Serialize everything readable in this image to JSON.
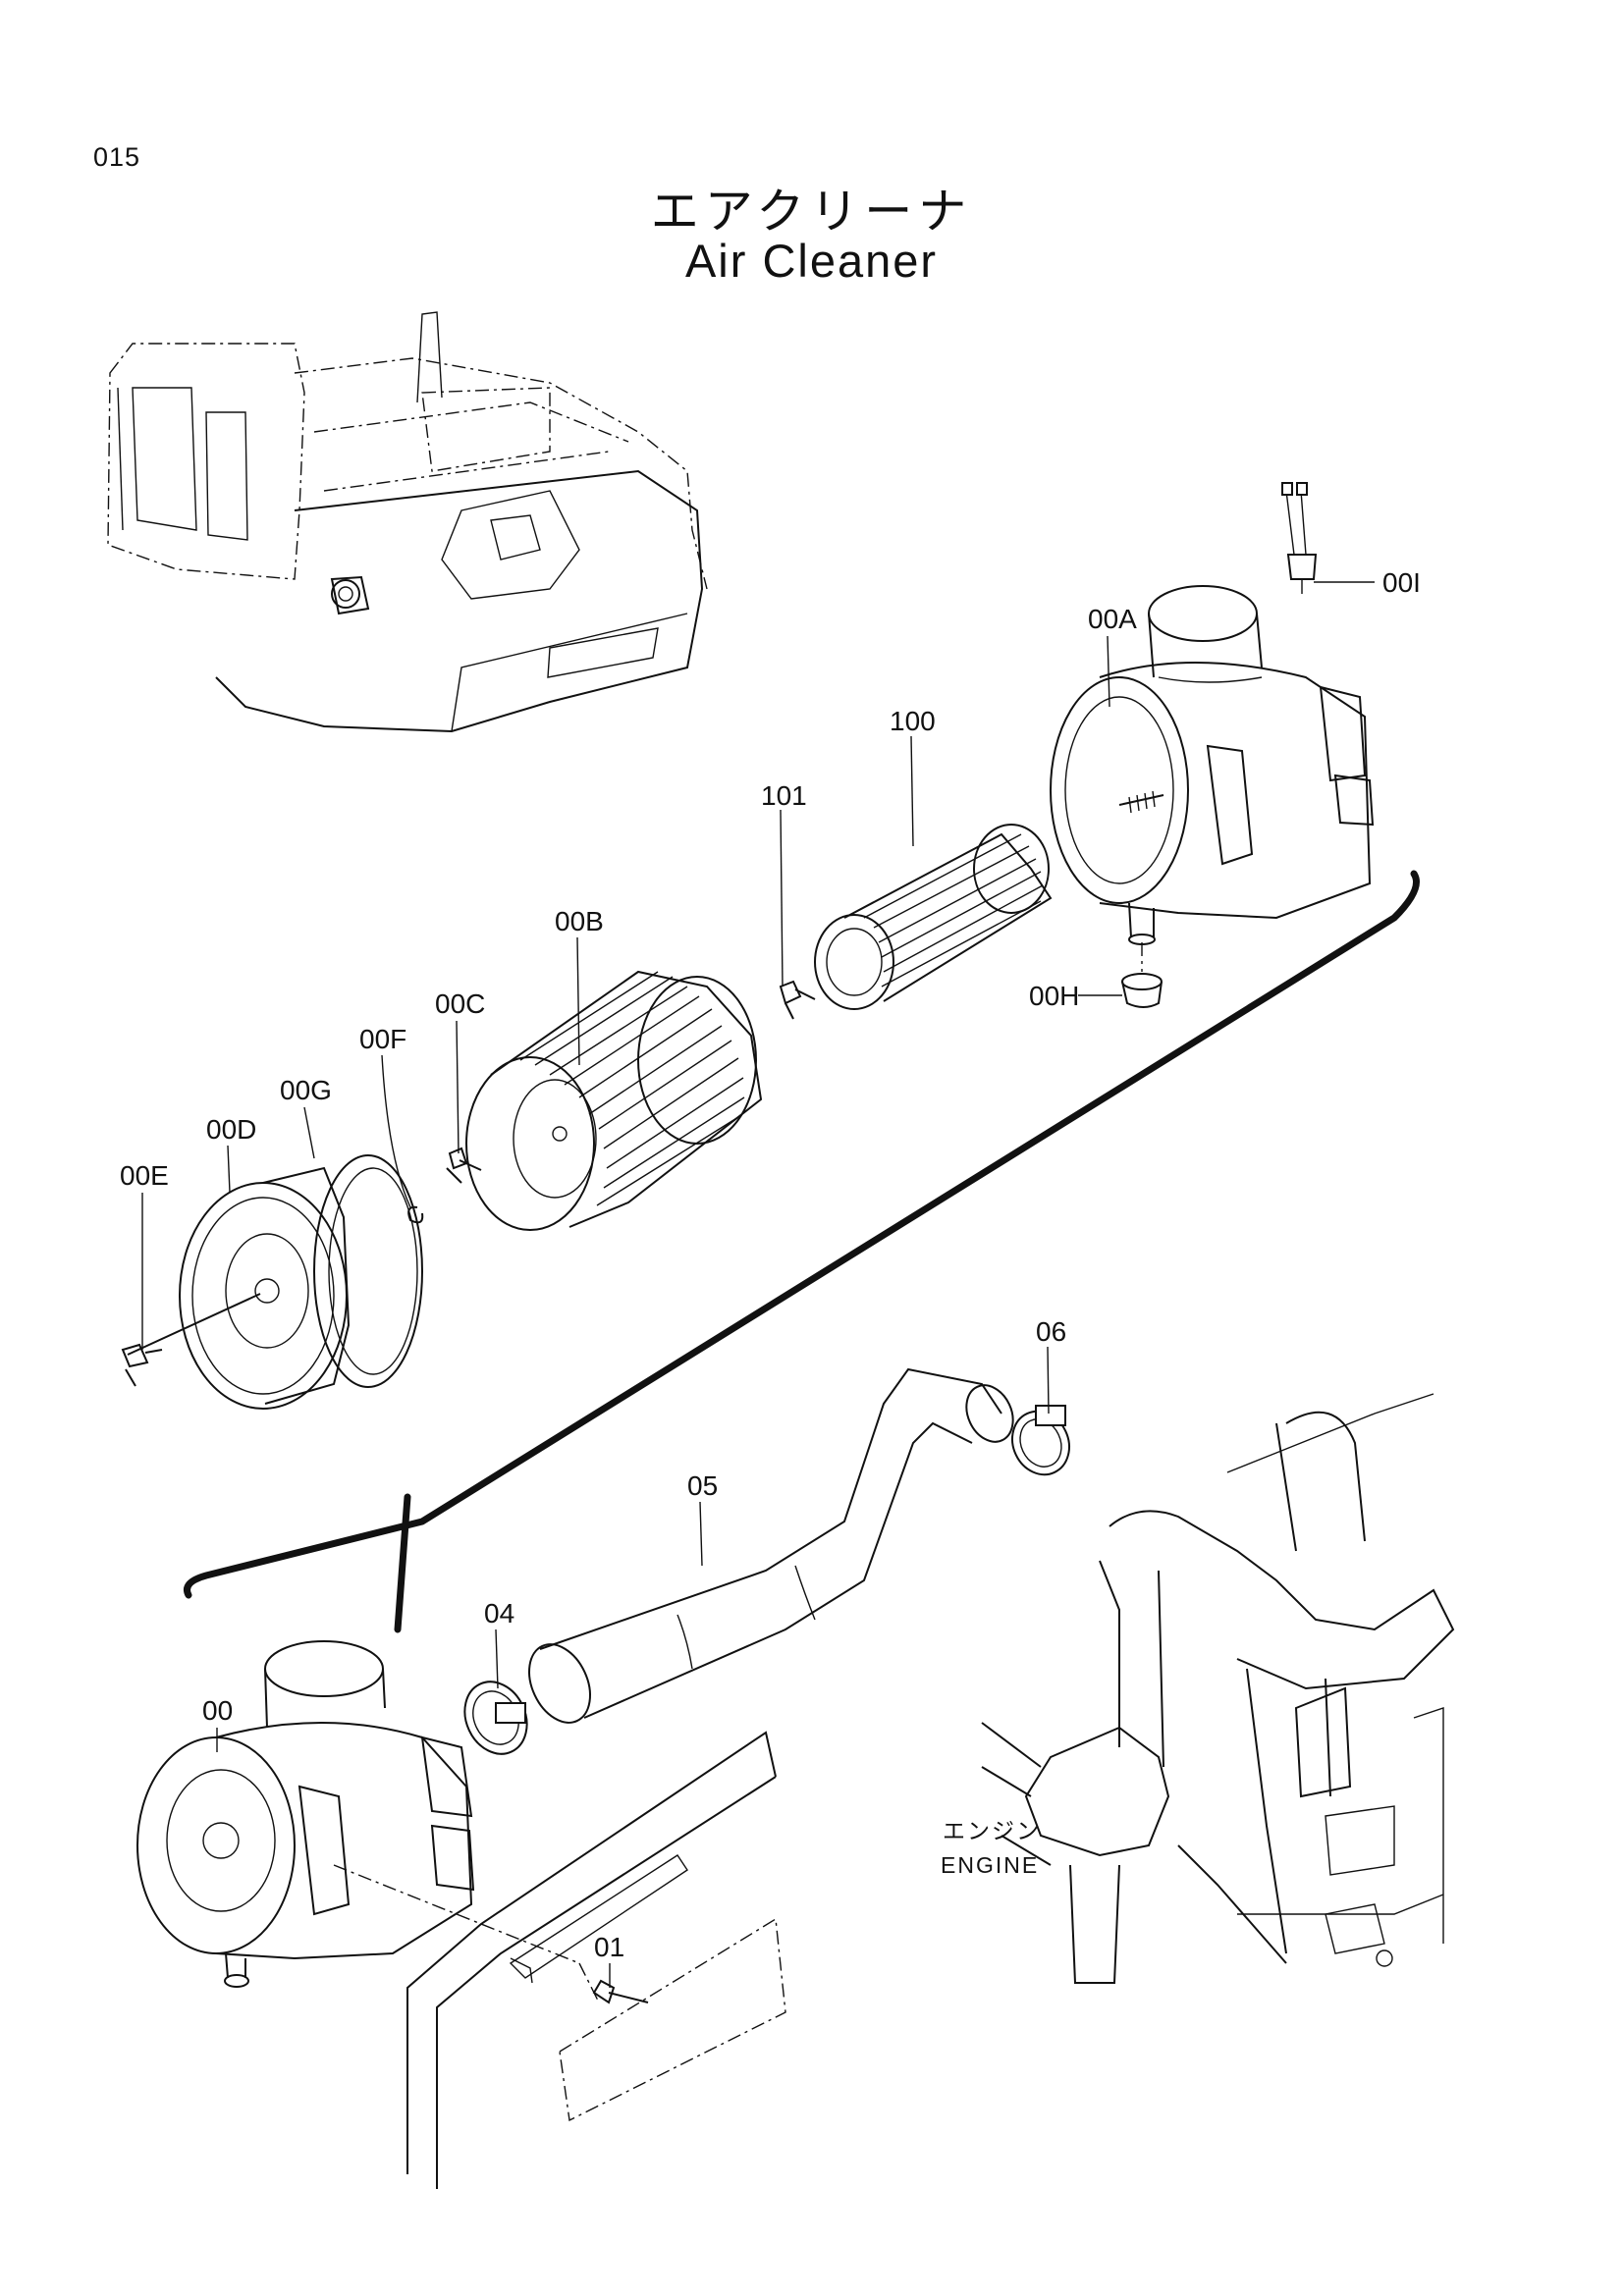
{
  "page_number": "015",
  "title_jp": "エアクリーナ",
  "title_en": "Air Cleaner",
  "engine_label_jp": "エンジン",
  "engine_label_en": "ENGINE",
  "callouts": {
    "p00I": "00I",
    "p00A": "00A",
    "p100": "100",
    "p101": "101",
    "p00B": "00B",
    "p00H": "00H",
    "p00C": "00C",
    "p00F": "00F",
    "p00G": "00G",
    "p00D": "00D",
    "p00E": "00E",
    "p06": "06",
    "p05": "05",
    "p04": "04",
    "p00": "00",
    "p01": "01"
  }
}
